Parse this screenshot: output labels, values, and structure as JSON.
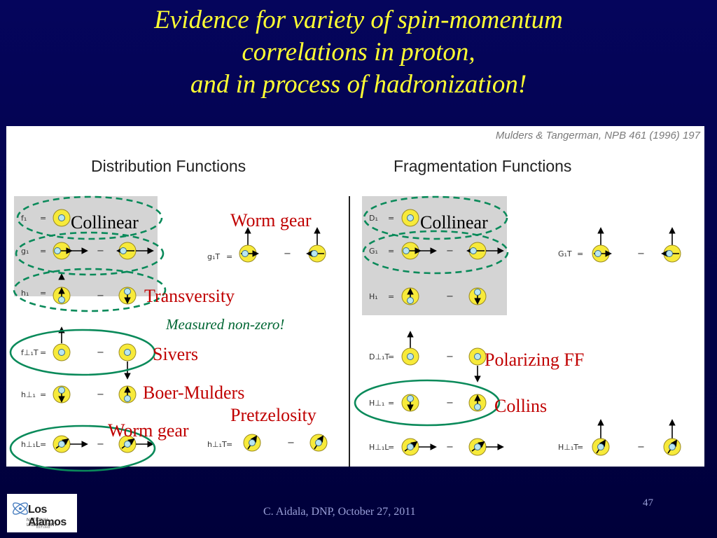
{
  "slide": {
    "title_lines": [
      "Evidence for variety of spin-momentum",
      "correlations in proton,",
      "and in process of hadronization!"
    ],
    "footer": "C. Aidala, DNP, October 27, 2011",
    "page_number": "47"
  },
  "figure": {
    "citation": "Mulders & Tangerman, NPB 461 (1996) 197",
    "distribution_header": "Distribution Functions",
    "fragmentation_header": "Fragmentation Functions",
    "eq": "=",
    "minus": "−"
  },
  "annotations": {
    "collinear_left": "Collinear",
    "collinear_right": "Collinear",
    "worm_gear_top": "Worm gear",
    "transversity": "Transversity",
    "measured": "Measured non-zero!",
    "sivers": "Sivers",
    "boer_mulders": "Boer-Mulders",
    "pretzelosity": "Pretzelosity",
    "worm_gear_bottom": "Worm gear",
    "polarizing_ff": "Polarizing FF",
    "collins": "Collins"
  },
  "logo": {
    "name": "Los Alamos",
    "subtitle": "NATIONAL LABORATORY",
    "est": "EST.1943"
  },
  "colors": {
    "title": "#ffff33",
    "annotation_red": "#c00000",
    "annotation_green": "#006633",
    "ellipse_green": "#0a8a5a",
    "circle_fill": "#f7ea3a"
  }
}
